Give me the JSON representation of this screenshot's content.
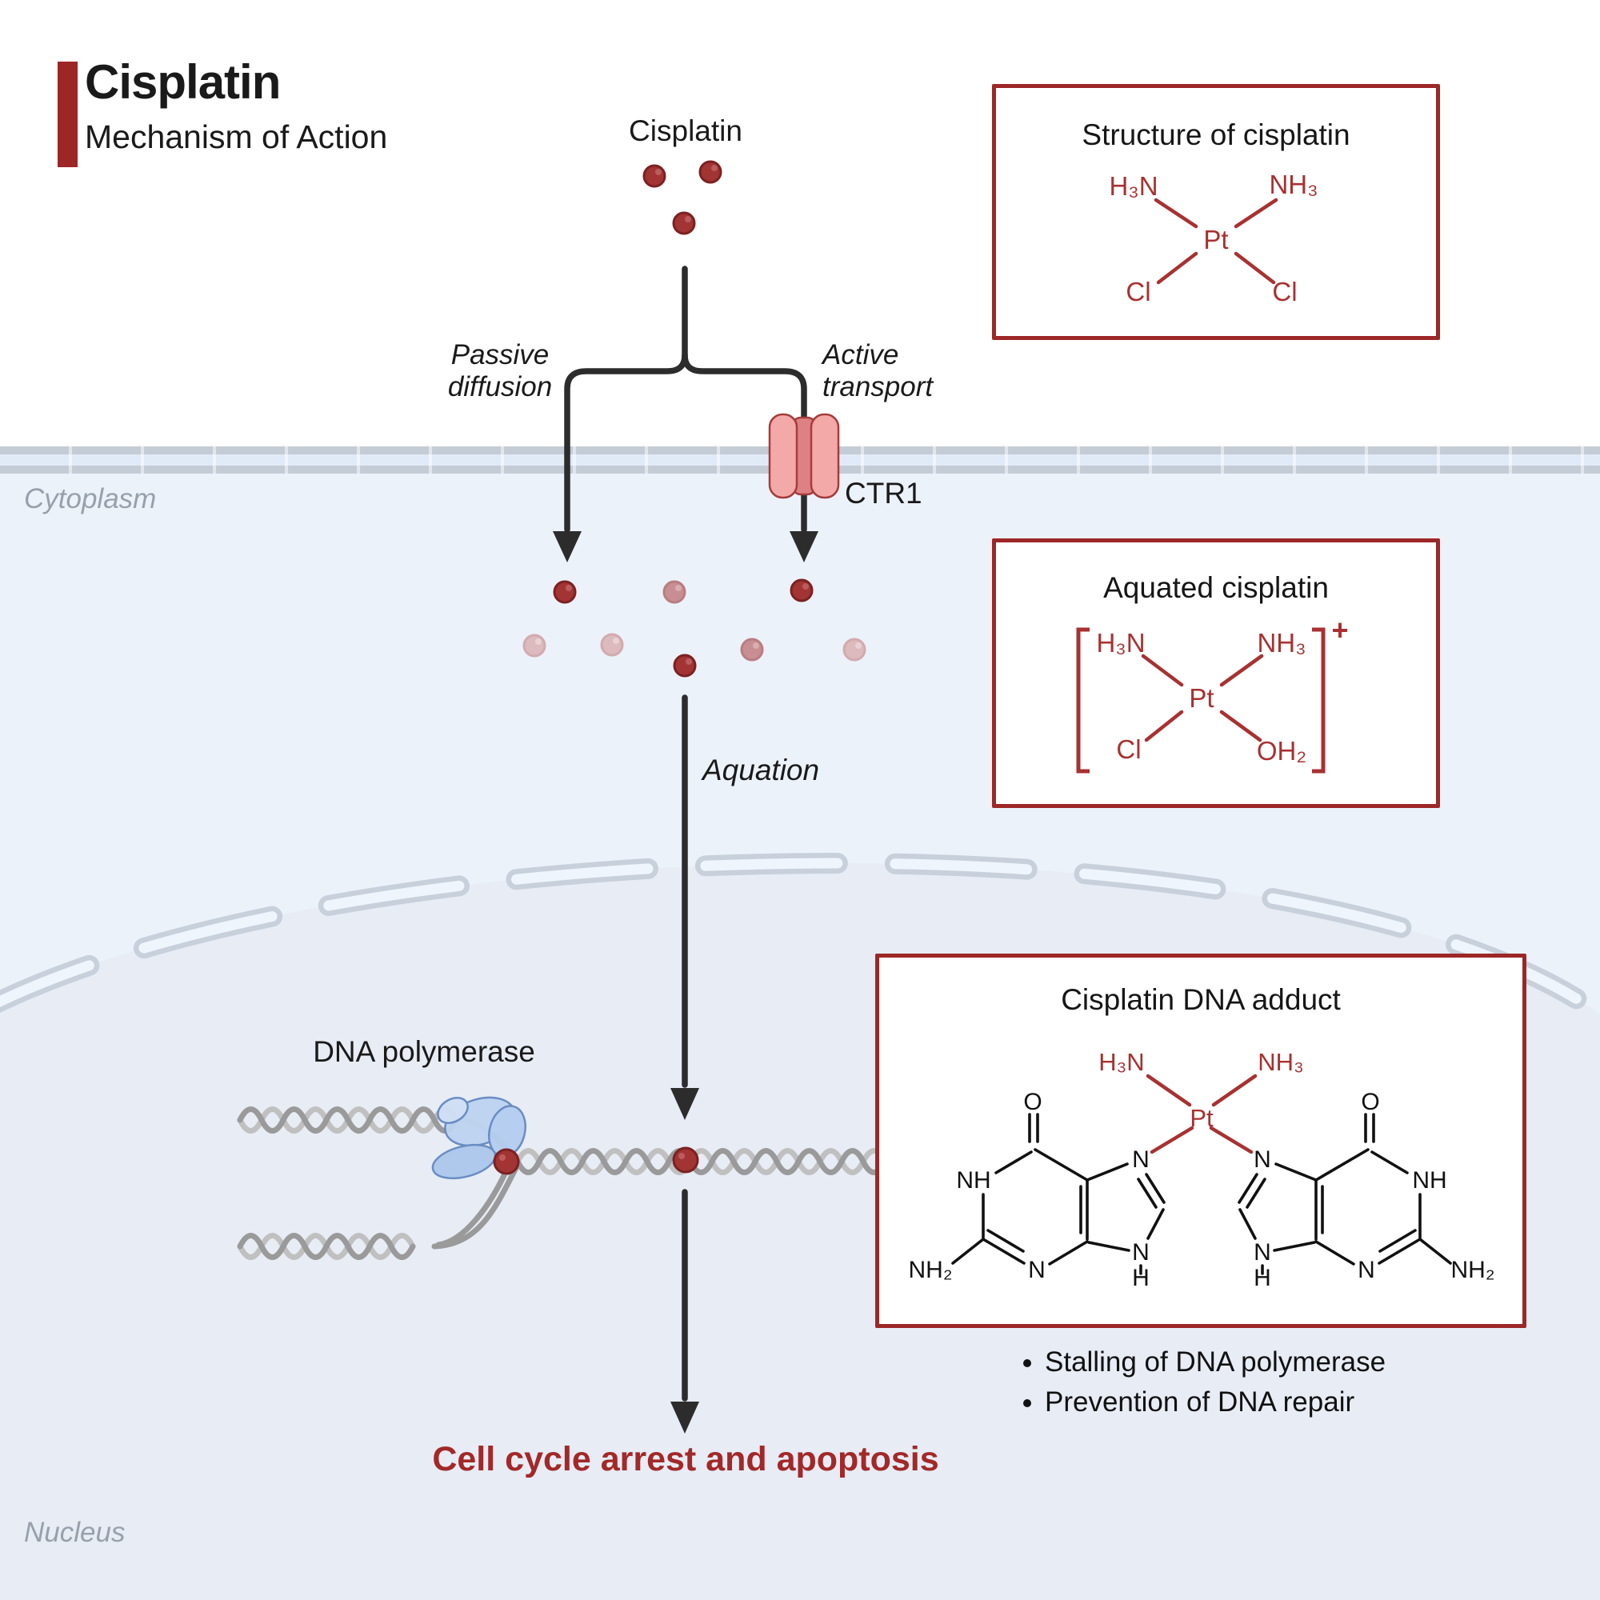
{
  "colors": {
    "accent-red": "#9d2727",
    "chem-red": "#a83131",
    "outcome-red": "#a32828",
    "arrow-dark": "#2c2c2c",
    "cytoplasm": "#ecf2fa",
    "nucleus-fill": "#e7ecf5",
    "nucleus-dash": "#c8d0db",
    "nucleus-inner": "#eff5fc",
    "membrane-gray": "#c4ccd6",
    "membrane-light": "#e1ebf7",
    "dot-dark": "#a23434",
    "dot-dark-rim": "#7c2121",
    "dot-med": "#c98e92",
    "dot-light": "#dcbabd",
    "polymerase-edge": "#6488c2",
    "ctr1-pink": "#f4a9a9",
    "ctr1-dark": "#dd8184",
    "ctr1-edge": "#a63c3c",
    "text-gray": "#98a0aa"
  },
  "title": {
    "main": "Cisplatin",
    "subtitle": "Mechanism of Action"
  },
  "labels": {
    "cisplatin_molecules": "Cisplatin",
    "passive_diffusion": "Passive diffusion",
    "active_transport": "Active transport",
    "ctr1": "CTR1",
    "cytoplasm": "Cytoplasm",
    "aquation": "Aquation",
    "dna_polymerase": "DNA polymerase",
    "nucleus": "Nucleus",
    "outcome": "Cell cycle arrest and apoptosis"
  },
  "structure_box": {
    "title": "Structure of cisplatin",
    "atoms": {
      "nl": "H₃N",
      "nr": "NH₃",
      "pt": "Pt",
      "bl": "Cl",
      "br": "Cl"
    }
  },
  "aquated_box": {
    "title": "Aquated cisplatin",
    "atoms": {
      "nl": "H₃N",
      "nr": "NH₃",
      "pt": "Pt",
      "bl": "Cl",
      "br": "OH₂"
    },
    "charge": "+"
  },
  "adduct_box": {
    "title": "Cisplatin DNA adduct",
    "atoms": {
      "nl": "H₃N",
      "nr": "NH₃",
      "pt": "Pt"
    },
    "guanine_left": {
      "o": "O",
      "nh": "NH",
      "nh2": "NH₂",
      "n3": "N",
      "n7": "N",
      "n9": "N",
      "h9": "H"
    },
    "guanine_right": {
      "o": "O",
      "nh": "NH",
      "nh2": "NH₂",
      "n3": "N",
      "n7": "N",
      "n9": "N",
      "h9": "H"
    }
  },
  "effects": {
    "bullets": [
      "Stalling of DNA polymerase",
      "Prevention of DNA repair"
    ]
  }
}
